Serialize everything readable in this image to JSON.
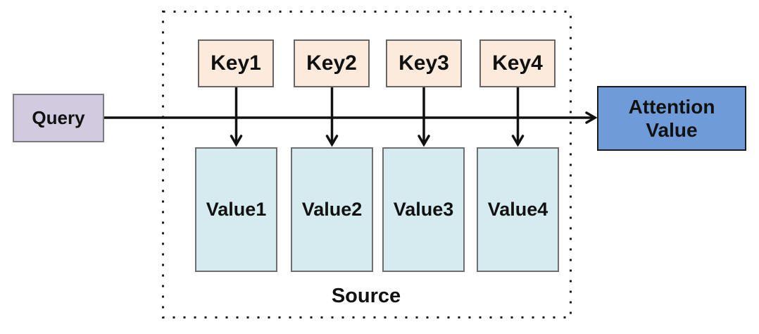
{
  "colors": {
    "background": "#ffffff",
    "query_fill": "#d2cbe0",
    "key_fill": "#fceadd",
    "value_fill": "#d6ebef",
    "attention_fill": "#6f9cd9",
    "line": "#111111",
    "box_border": "#6e6e6e"
  },
  "query": {
    "label": "Query"
  },
  "source": {
    "label": "Source",
    "keys": [
      {
        "label": "Key1"
      },
      {
        "label": "Key2"
      },
      {
        "label": "Key3"
      },
      {
        "label": "Key4"
      }
    ],
    "values": [
      {
        "label": "Value1"
      },
      {
        "label": "Value2"
      },
      {
        "label": "Value3"
      },
      {
        "label": "Value4"
      }
    ]
  },
  "attention": {
    "label_line1": "Attention",
    "label_line2": "Value"
  }
}
